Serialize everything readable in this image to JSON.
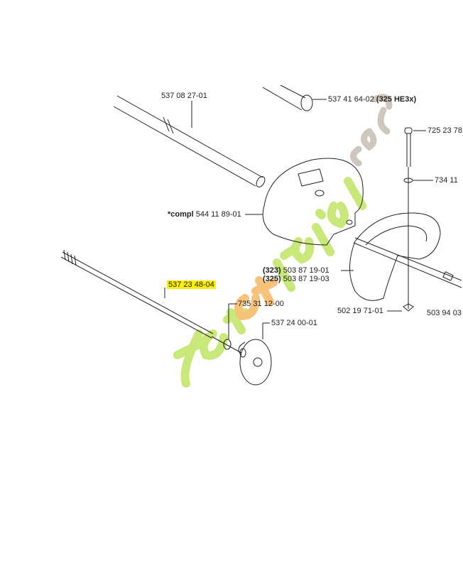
{
  "watermark": {
    "text": "foretetjardin.com",
    "colors": {
      "green": "#c8e87a",
      "orange": "#f7c27a",
      "gray": "#cfc6bc"
    }
  },
  "highlight_color": "#ffee00",
  "parts": [
    {
      "id": "tube",
      "number": "537 08 27-01"
    },
    {
      "id": "clamp",
      "number": "537 41 64-02",
      "note": "(325 HE3x)"
    },
    {
      "id": "bolt",
      "number": "725 23 78"
    },
    {
      "id": "washer",
      "number": "734 11"
    },
    {
      "id": "guard",
      "prefix": "*compl",
      "number": "544 11 89-01"
    },
    {
      "id": "handle-323",
      "model": "(323)",
      "number": "503 87 19-01"
    },
    {
      "id": "handle-325",
      "model": "(325)",
      "number": "503 87 19-03"
    },
    {
      "id": "drive-shaft",
      "number": "537 23 48-04",
      "highlighted": true
    },
    {
      "id": "ring",
      "number": "735 31 12-00"
    },
    {
      "id": "clutch-drum",
      "number": "537 24 00-01"
    },
    {
      "id": "nut",
      "number": "502 19 71-01"
    },
    {
      "id": "screw",
      "number": "503 94 03"
    }
  ]
}
